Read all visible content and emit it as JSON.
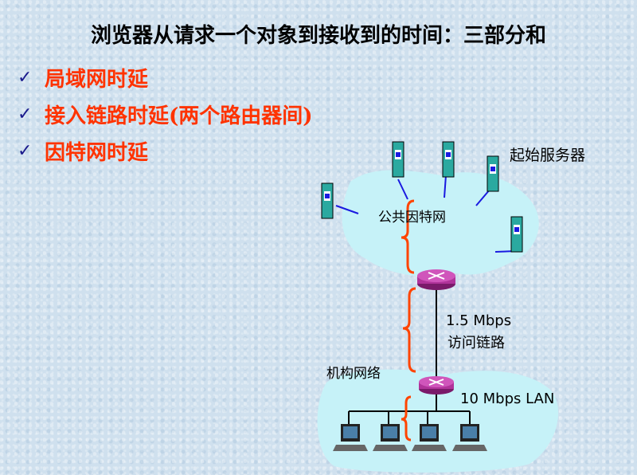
{
  "title": "浏览器从请求一个对象到接收到的时间：三部分和",
  "bullets": [
    {
      "label": "局域网时延"
    },
    {
      "label": "接入链路时延(两个路由器间)"
    },
    {
      "label": "因特网时延"
    }
  ],
  "check_glyph": "✓",
  "diagram": {
    "origin_servers_label": "起始服务器",
    "public_internet_label": "公共因特网",
    "access_link_rate": "1.5 Mbps",
    "access_link_label": "访问链路",
    "institutional_network_label": "机构网络",
    "lan_rate": "10 Mbps LAN"
  },
  "colors": {
    "bullet_text": "#ff3300",
    "check": "#1a1a8c",
    "cloud": "#c6f2f8",
    "router": "#b0339a",
    "brace": "#ff4400"
  }
}
